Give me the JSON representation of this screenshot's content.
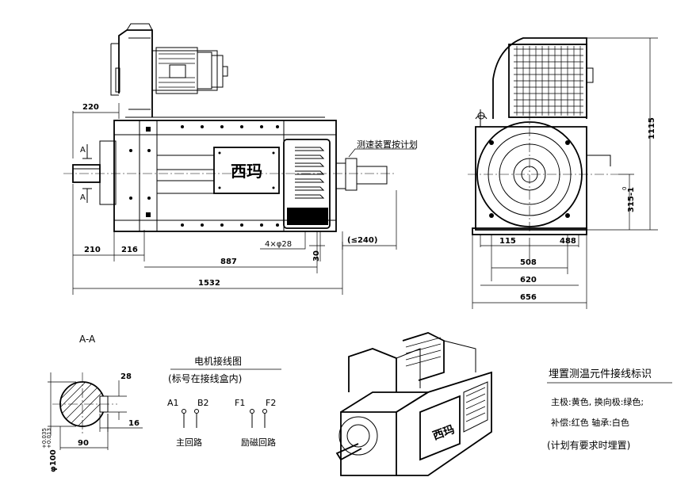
{
  "front_view": {
    "overhang_label": "220",
    "foot_left_label": "210",
    "foot_offset_label": "216",
    "foot_span_label": "887",
    "overall_length_label": "1532",
    "bolt_label": "4×φ28",
    "foot_height_label": "30",
    "tacho_clearance_label": "(≤240)",
    "tacho_note": "测速装置按计划",
    "section_mark_top": "A",
    "section_mark_bottom": "A",
    "nameplate_text": "西玛"
  },
  "side_view": {
    "height_label": "1115",
    "shaft_height_label": "315-1",
    "shaft_height_tol": "0",
    "foot_a_label": "115",
    "foot_b_label": "488",
    "foot_base_label": "508",
    "foot_width_label": "620",
    "overall_width_label": "656"
  },
  "section": {
    "title": "A-A",
    "key_width_label": "28",
    "key_depth_label": "16",
    "shaft_label": "90",
    "diameter_label": "φ100",
    "diameter_tol_upper": "+0.035",
    "diameter_tol_lower": "+0.013"
  },
  "wiring": {
    "title": "电机接线图",
    "subtitle": "(标号在接线盒内)",
    "terminals": [
      "A1",
      "B2",
      "F1",
      "F2"
    ],
    "armature_label": "主回路",
    "field_label": "励磁回路"
  },
  "iso_view": {
    "nameplate_text": "西玛"
  },
  "thermal": {
    "title": "埋置测温元件接线标识",
    "line1": "主极:黄色, 换向极:绿色;",
    "line2": "补偿:红色 轴承:白色",
    "line3": "(计划有要求时埋置)"
  }
}
